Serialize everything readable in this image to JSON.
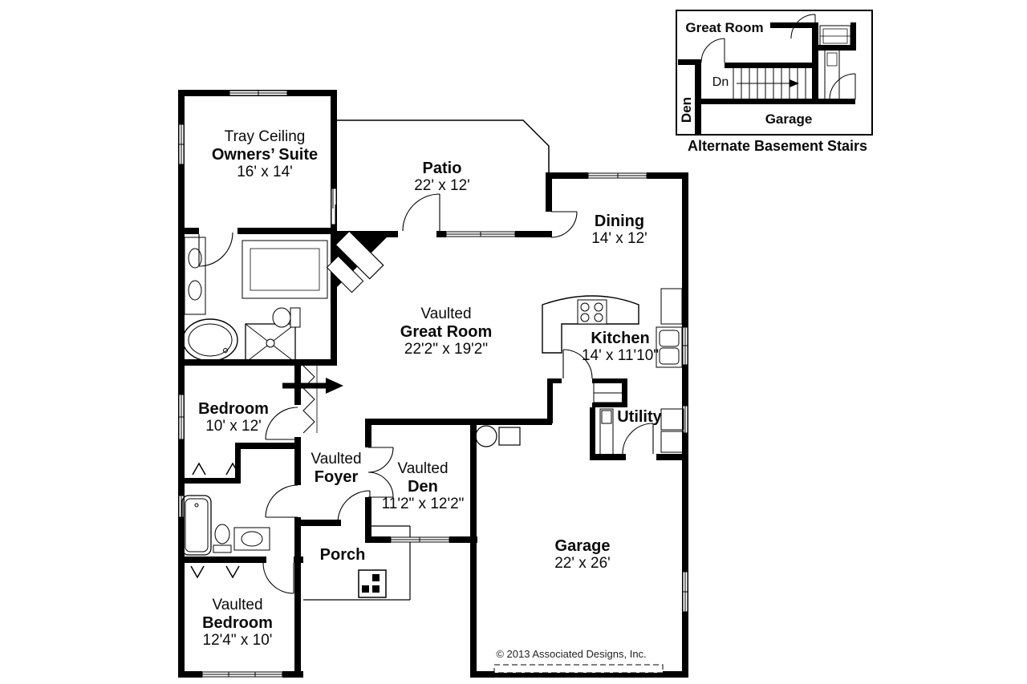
{
  "rooms": {
    "owners_suite": {
      "line1": "Tray Ceiling",
      "line2": "Owners’ Suite",
      "line3": "16' x 14'"
    },
    "patio": {
      "line1": "Patio",
      "line2": "22' x 12'"
    },
    "dining": {
      "line1": "Dining",
      "line2": "14' x 12'"
    },
    "great_room": {
      "line1": "Vaulted",
      "line2": "Great Room",
      "line3": "22'2\" x 19'2\""
    },
    "kitchen": {
      "line1": "Kitchen",
      "line2": "14' x 11'10\""
    },
    "utility": {
      "line1": "Utility"
    },
    "bedroom1": {
      "line1": "Bedroom",
      "line2": "10' x 12'"
    },
    "foyer": {
      "line1": "Vaulted",
      "line2": "Foyer"
    },
    "den": {
      "line1": "Vaulted",
      "line2": "Den",
      "line3": "11'2\" x 12'2\""
    },
    "porch": {
      "line1": "Porch"
    },
    "garage": {
      "line1": "Garage",
      "line2": "22' x 26'"
    },
    "bedroom2": {
      "line1": "Vaulted",
      "line2": "Bedroom",
      "line3": "12'4\" x 10'"
    }
  },
  "inset": {
    "great_room": "Great Room",
    "den": "Den",
    "dn": "Dn",
    "garage": "Garage",
    "caption": "Alternate Basement Stairs"
  },
  "footer": {
    "copyright": "© 2013 Associated Designs, Inc."
  },
  "colors": {
    "wall": "#000000",
    "background": "#ffffff",
    "text": "#0a0a0a"
  }
}
